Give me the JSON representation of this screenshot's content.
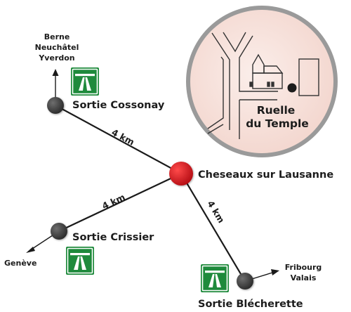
{
  "colors": {
    "road": "#1a1a1a",
    "node_gray": "#3c3c3c",
    "node_red": "#d0121b",
    "motorway_sign": "#1f8a3c",
    "inset_fill": "#f7e4df",
    "inset_border": "#9a9a9a",
    "text": "#1c1c1c"
  },
  "places": {
    "center": {
      "name": "Cheseaux sur Lausanne",
      "marker": "red-dot"
    },
    "cossonay": {
      "name": "Sortie Cossonay",
      "marker": "gray-dot",
      "icon": "motorway-icon"
    },
    "crissier": {
      "name": "Sortie Crissier",
      "marker": "gray-dot",
      "icon": "motorway-icon"
    },
    "blecherette": {
      "name": "Sortie Blécherette",
      "marker": "gray-dot",
      "icon": "motorway-icon"
    }
  },
  "directions": {
    "north": [
      "Berne",
      "Neuchâtel",
      "Yverdon"
    ],
    "west": "Genève",
    "east": [
      "Fribourg",
      "Valais"
    ]
  },
  "distances": {
    "center_to_cossonay": "4 km",
    "center_to_crissier": "4 km",
    "center_to_blecherette": "4 km"
  },
  "inset": {
    "line1": "Ruelle",
    "line2": "du Temple",
    "icons": [
      "church-icon",
      "location-dot-icon",
      "building-icon"
    ]
  }
}
